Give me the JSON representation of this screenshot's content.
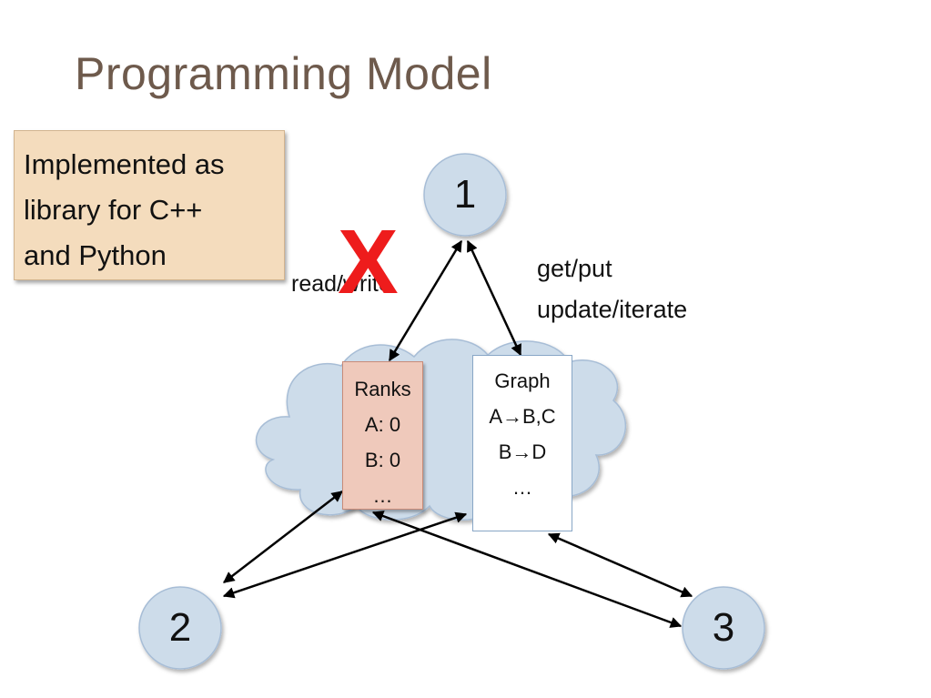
{
  "title": "Programming Model",
  "note": {
    "lines": [
      "Implemented as",
      "library for C++",
      "and Python"
    ]
  },
  "nodes": {
    "n1": "1",
    "n2": "2",
    "n3": "3"
  },
  "labels": {
    "read_write": "read/write",
    "get_put": "get/put",
    "update_iterate": "update/iterate",
    "x_mark": "X"
  },
  "ranks": {
    "title": "Ranks",
    "lines": [
      "A: 0",
      "B: 0",
      "…"
    ]
  },
  "graph": {
    "title": "Graph",
    "lines": [
      "A→B,C",
      "B→D",
      "…"
    ]
  },
  "colors": {
    "title": "#6e5a4c",
    "node_fill": "#cddcea",
    "cloud_fill": "#cddcea",
    "ranks_fill": "#efc9bb",
    "note_fill": "#f4dcbd",
    "x_mark": "#ee1c1c"
  }
}
